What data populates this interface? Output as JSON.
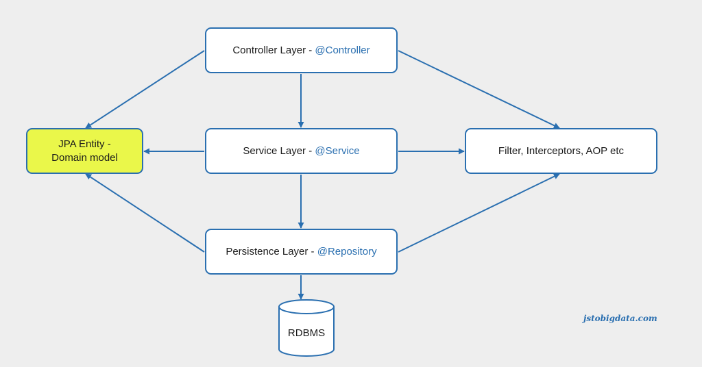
{
  "nodes": {
    "controller": {
      "label": "Controller Layer - ",
      "annotation": "@Controller"
    },
    "service": {
      "label": "Service Layer - ",
      "annotation": "@Service"
    },
    "persistence": {
      "label": "Persistence Layer - ",
      "annotation": "@Repository"
    },
    "filter": {
      "label": "Filter, Interceptors, AOP etc"
    },
    "entity": {
      "line1": "JPA Entity -",
      "line2": "Domain model"
    },
    "database": {
      "label": "RDBMS"
    }
  },
  "edges": [
    {
      "from": "controller",
      "to": "service"
    },
    {
      "from": "controller",
      "to": "entity"
    },
    {
      "from": "controller",
      "to": "filter"
    },
    {
      "from": "service",
      "to": "entity"
    },
    {
      "from": "service",
      "to": "filter"
    },
    {
      "from": "service",
      "to": "persistence"
    },
    {
      "from": "persistence",
      "to": "entity"
    },
    {
      "from": "persistence",
      "to": "filter"
    },
    {
      "from": "persistence",
      "to": "database"
    }
  ],
  "watermark": "jstobigdata.com",
  "colors": {
    "background": "#eeeeee",
    "stroke": "#2a6fb0",
    "entity_fill": "#eaf74a",
    "box_fill": "#ffffff"
  }
}
